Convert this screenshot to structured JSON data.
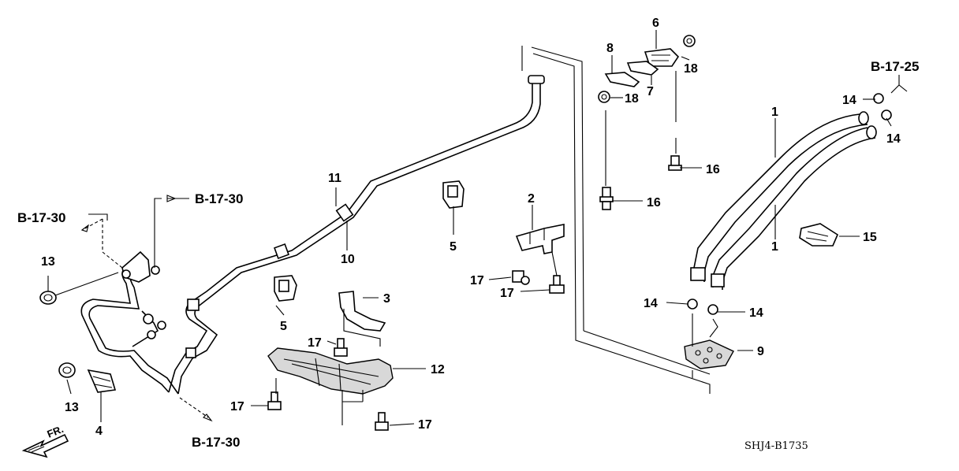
{
  "diagram": {
    "part_numbers": {
      "p1a": "1",
      "p1b": "1",
      "p2": "2",
      "p3": "3",
      "p4": "4",
      "p5a": "5",
      "p5b": "5",
      "p6": "6",
      "p7": "7",
      "p8": "8",
      "p9": "9",
      "p10": "10",
      "p11": "11",
      "p12": "12",
      "p13a": "13",
      "p13b": "13",
      "p14a": "14",
      "p14b": "14",
      "p14c": "14",
      "p14d": "14",
      "p15": "15",
      "p16a": "16",
      "p16b": "16",
      "p17a": "17",
      "p17b": "17",
      "p17c": "17",
      "p17d": "17",
      "p17e": "17",
      "p18a": "18",
      "p18b": "18"
    },
    "references": {
      "ref_top_left": "B-17-30",
      "ref_top_mid": "B-17-30",
      "ref_bottom": "B-17-30",
      "ref_right": "B-17-25"
    },
    "front_indicator": "FR.",
    "diagram_code": "SHJ4-B1735"
  }
}
